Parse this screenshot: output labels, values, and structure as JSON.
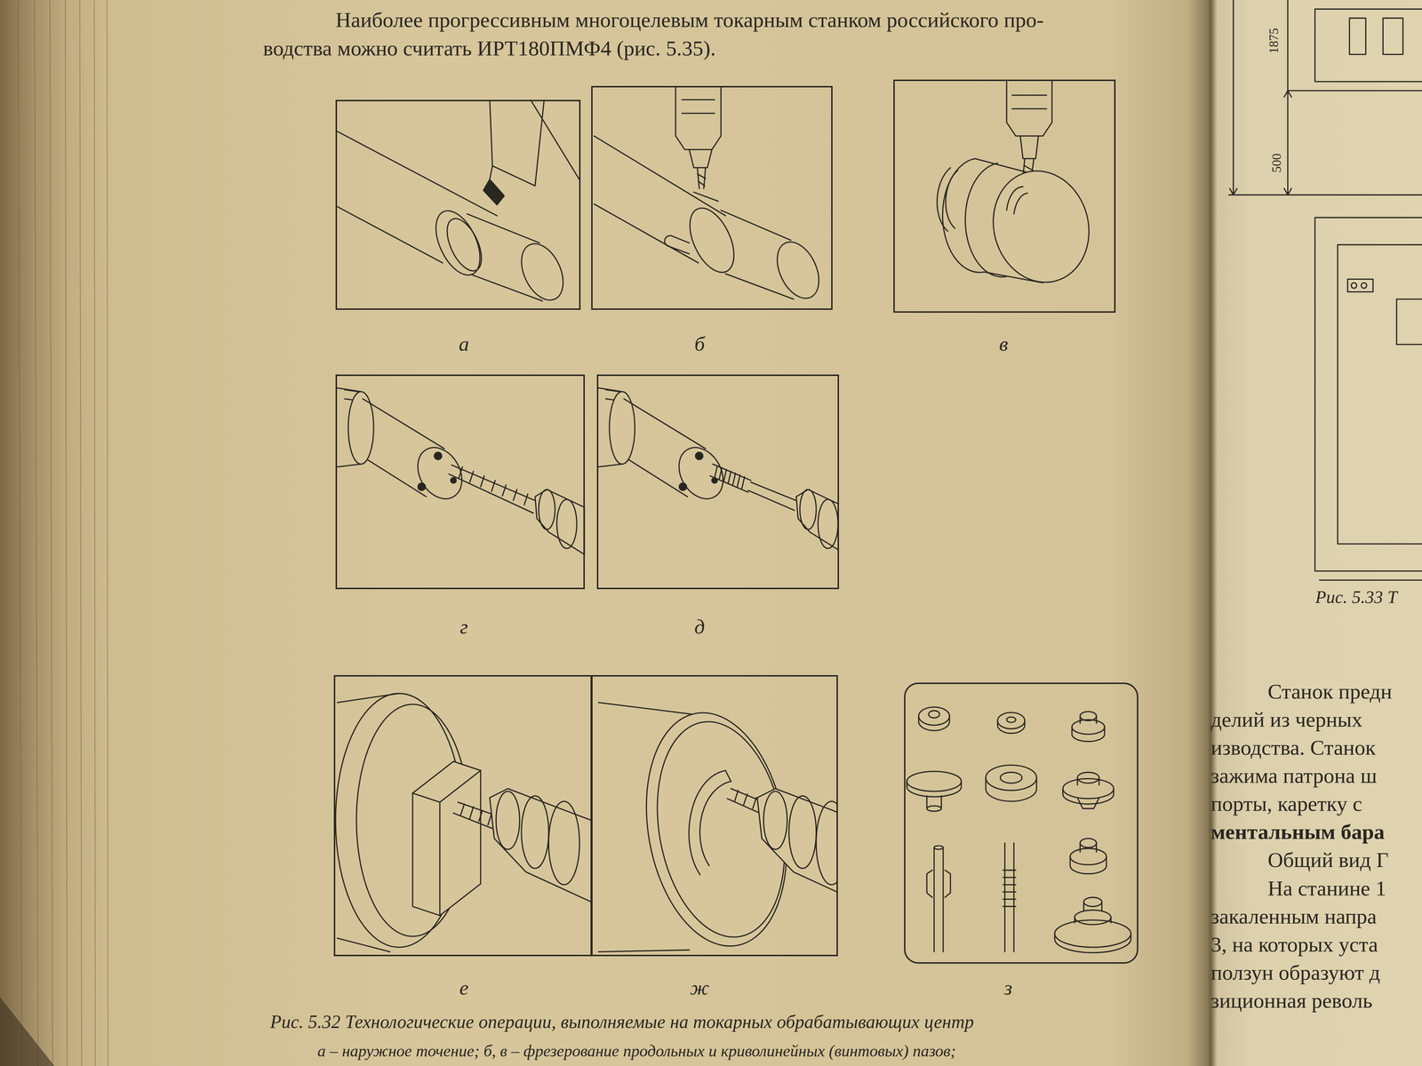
{
  "diagram": {
    "caption": "Рис. 5.32 Технологические операции, выполняемые на токарных обрабатывающих центр",
    "nodes": [
      {
        "text": [
          "а"
        ]
      },
      {
        "text": [
          "б"
        ]
      },
      {
        "text": [
          "в"
        ]
      },
      {
        "text": [
          "г"
        ]
      },
      {
        "text": [
          "д"
        ]
      },
      {
        "text": [
          "е"
        ]
      },
      {
        "text": [
          "ж"
        ]
      },
      {
        "text": [
          "з"
        ]
      }
    ],
    "labels": [
      "Наиболее прогрессивным многоцелевым токарным станком российского про-",
      "водства можно считать ИРТ180ПМФ4 (рис. 5.35).",
      "а – наружное точение; б, в – фрезерование продольных и криволинейных (винтовых) пазов;",
      "Рис. 5.33 Т",
      "Станок предн",
      "делий из черных",
      "изводства. Станок",
      "зажима патрона ш",
      "порты, каретку с",
      "ментальным бара",
      "Общий вид Г",
      "На станине 1",
      "закаленным напра",
      "3, на которых уста",
      "ползун образуют д",
      "зиционная револь",
      "1875",
      "500"
    ]
  }
}
